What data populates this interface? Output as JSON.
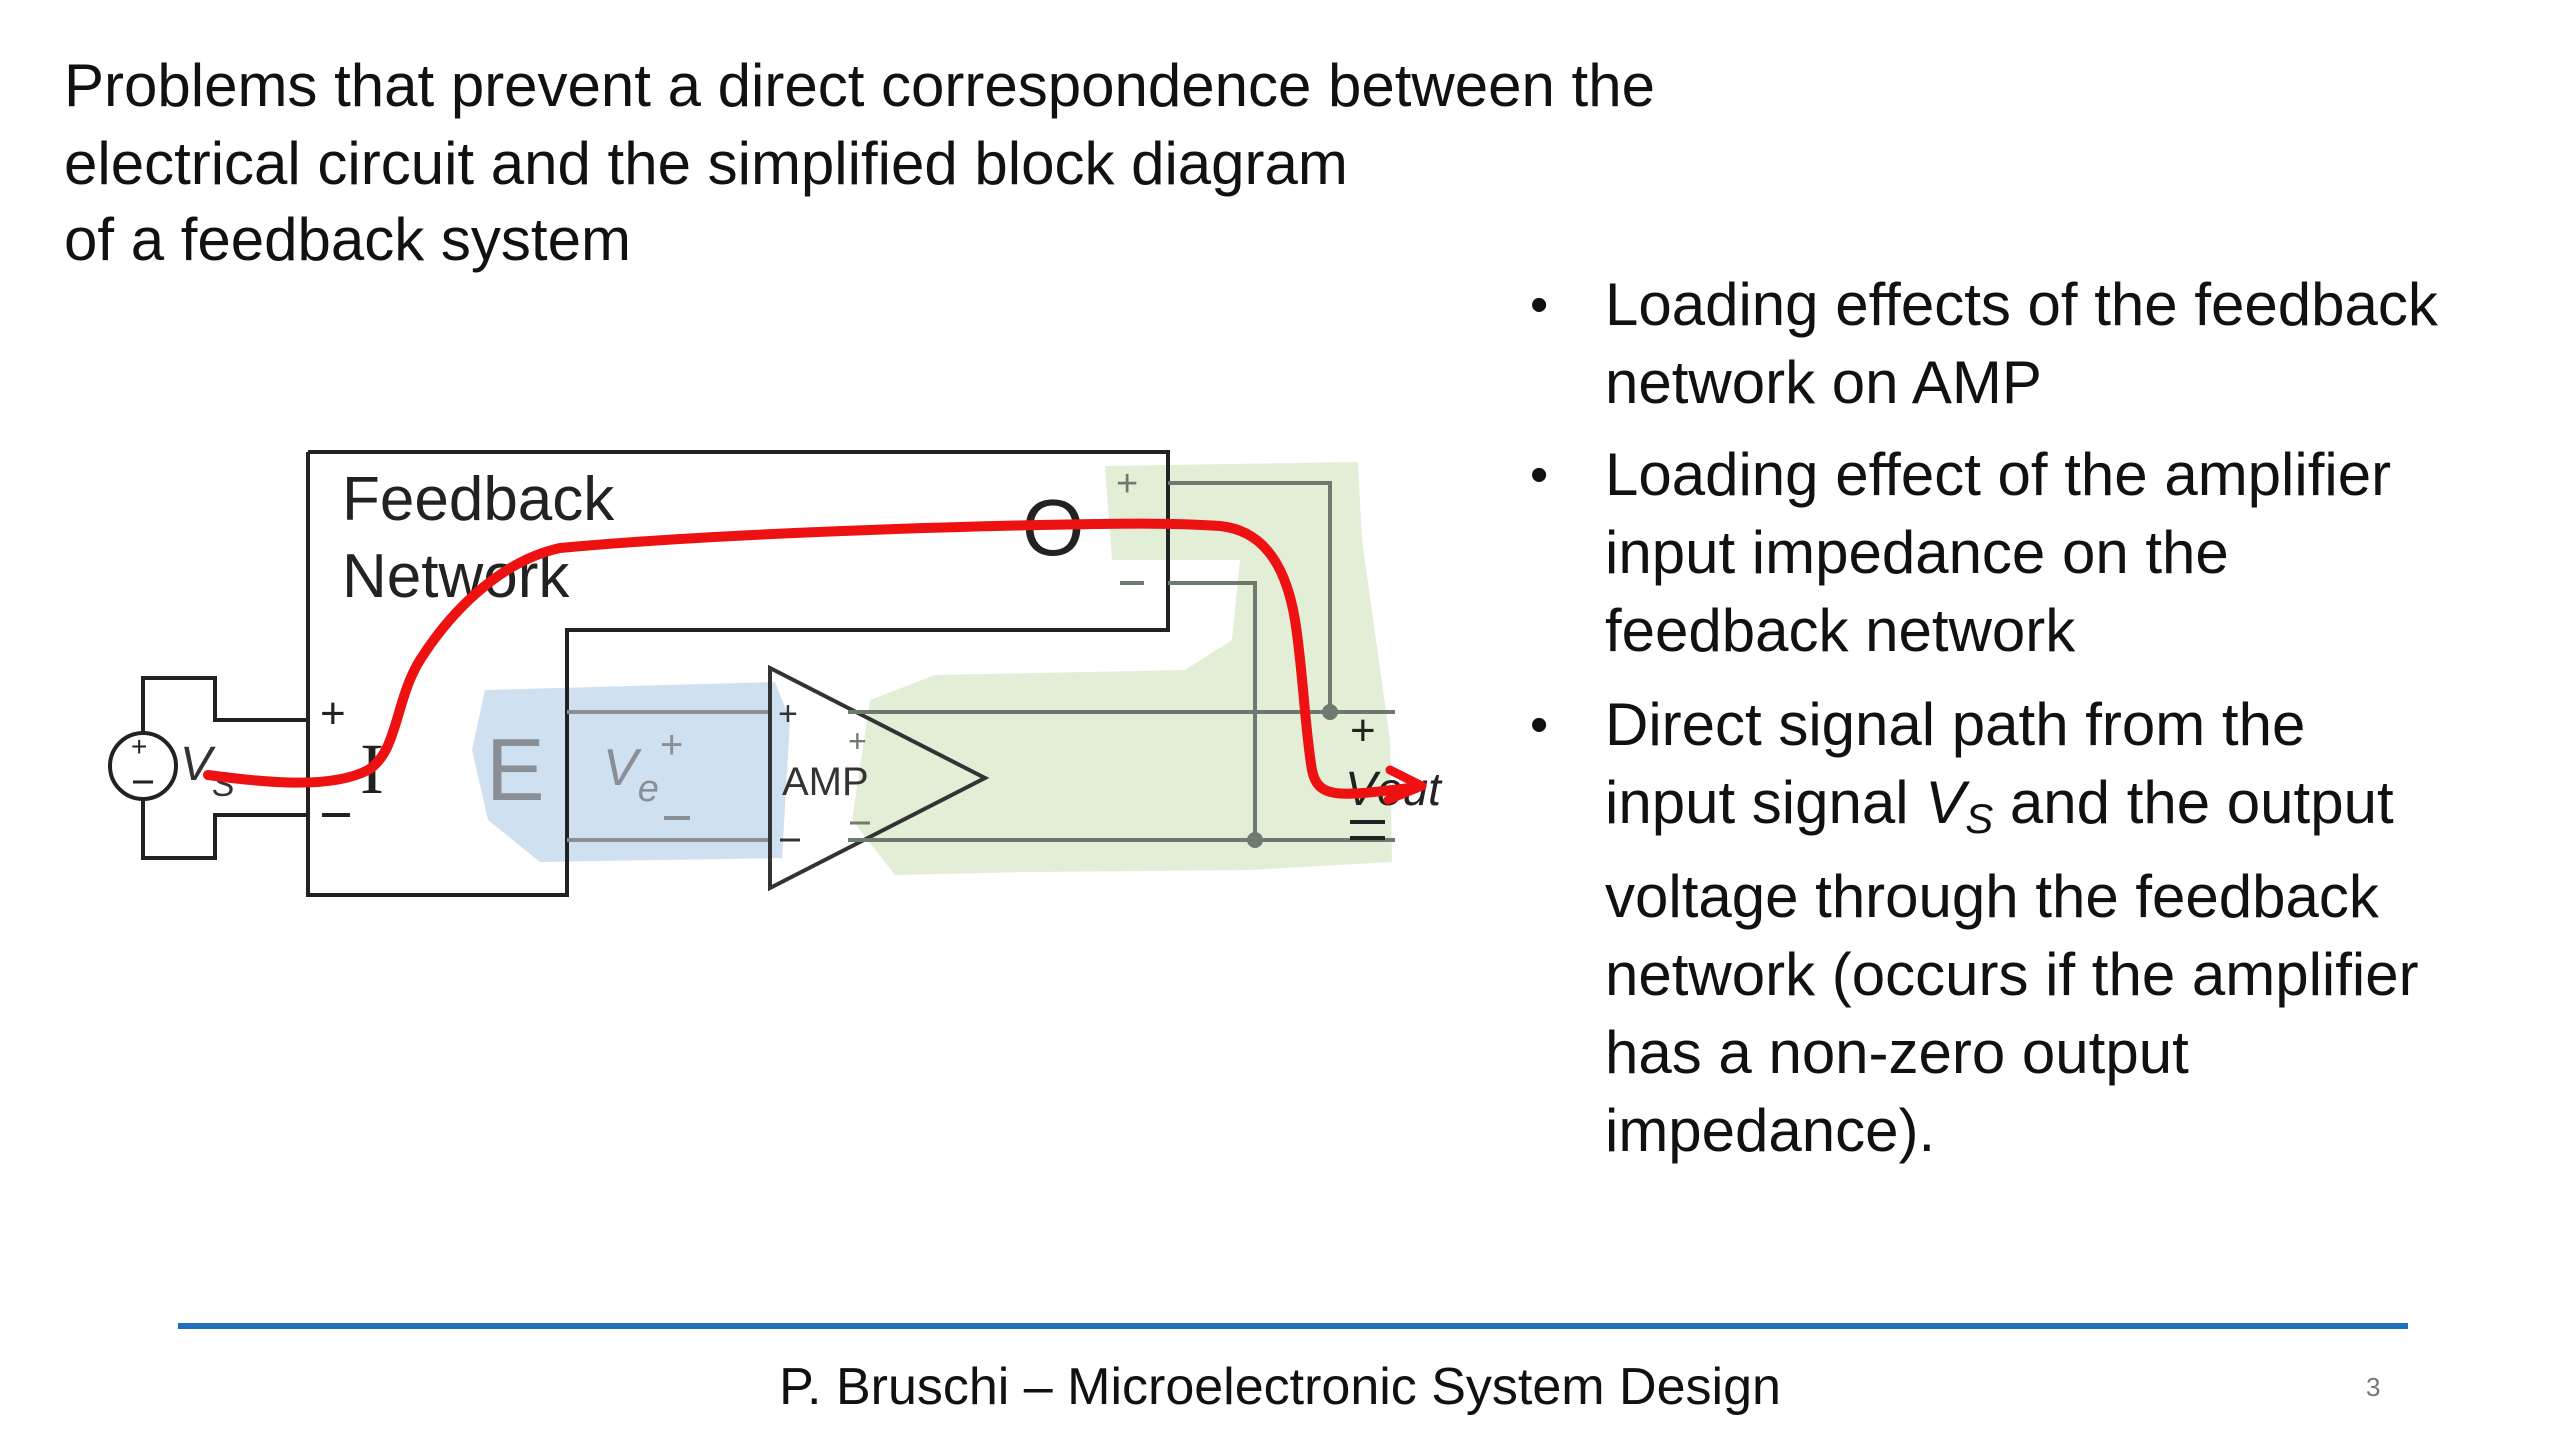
{
  "slide": {
    "title_lines": [
      "Problems that prevent a direct correspondence between the",
      "electrical circuit and the simplified block diagram",
      "of a feedback system"
    ],
    "bullets": {
      "b1_line1": "Loading effects of the feedback",
      "b1_line2": "network on AMP",
      "b2_line1": "Loading effect of the amplifier",
      "b2_line2": "input impedance on the",
      "b2_line3": "feedback network",
      "b3_line1": "Direct signal path from the",
      "b3_line2_pre": "input signal ",
      "b3_line2_var": "V",
      "b3_line2_sub": "S",
      "b3_line2_post": " and the output",
      "b3_line3": "voltage through the feedback",
      "b3_line4": "network (occurs if the amplifier",
      "b3_line5": "has a non-zero output",
      "b3_line6": "impedance)."
    },
    "bullet_symbol": "•",
    "footer": "P. Bruschi – Microelectronic System Design",
    "page_number": "3"
  },
  "diagram": {
    "feedback_label_1": "Feedback",
    "feedback_label_2": "Network",
    "port_i": "I",
    "port_o": "O",
    "block_e": "E",
    "ve_var": "V",
    "ve_sub": "e",
    "amp_label": "AMP",
    "vs_var": "V",
    "vs_sub": "S",
    "vout_var": "V",
    "vout_sub": "out",
    "plus": "+",
    "minus": "–"
  },
  "colors": {
    "signal_path": "#ee1111",
    "amp_highlight": "#e3eed7",
    "e_highlight": "#cfe0f1",
    "footer_rule": "#1f6fbf",
    "wire": "#222222",
    "gray_wire": "#6f7a6f"
  }
}
